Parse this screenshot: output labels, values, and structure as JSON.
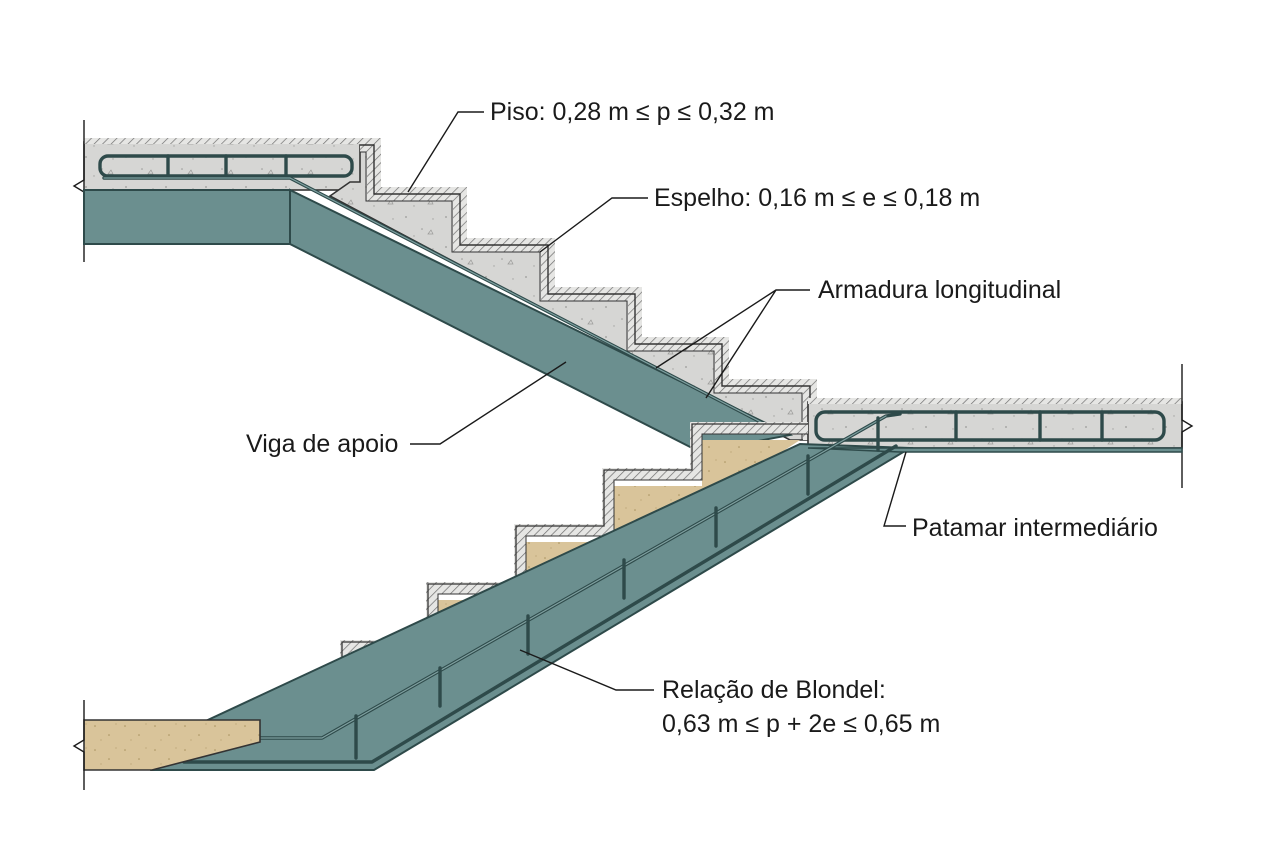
{
  "labels": {
    "piso": "Piso: 0,28 m ≤ p ≤ 0,32 m",
    "espelho": "Espelho: 0,16 m ≤ e ≤ 0,18 m",
    "armadura": "Armadura longitudinal",
    "viga": "Viga de apoio",
    "patamar": "Patamar intermediário",
    "blondel_line1": "Relação de Blondel:",
    "blondel_line2": "0,63 m ≤ p + 2e ≤ 0,65 m"
  },
  "colors": {
    "concrete": "#d6d6d4",
    "concrete_dots": "#9a9a98",
    "beam_teal": "#6b8f8f",
    "beam_dark": "#3d5c5c",
    "rebar": "#2e4a4a",
    "sand": "#d9c49a",
    "finish_hatch": "#8a8a8a"
  }
}
